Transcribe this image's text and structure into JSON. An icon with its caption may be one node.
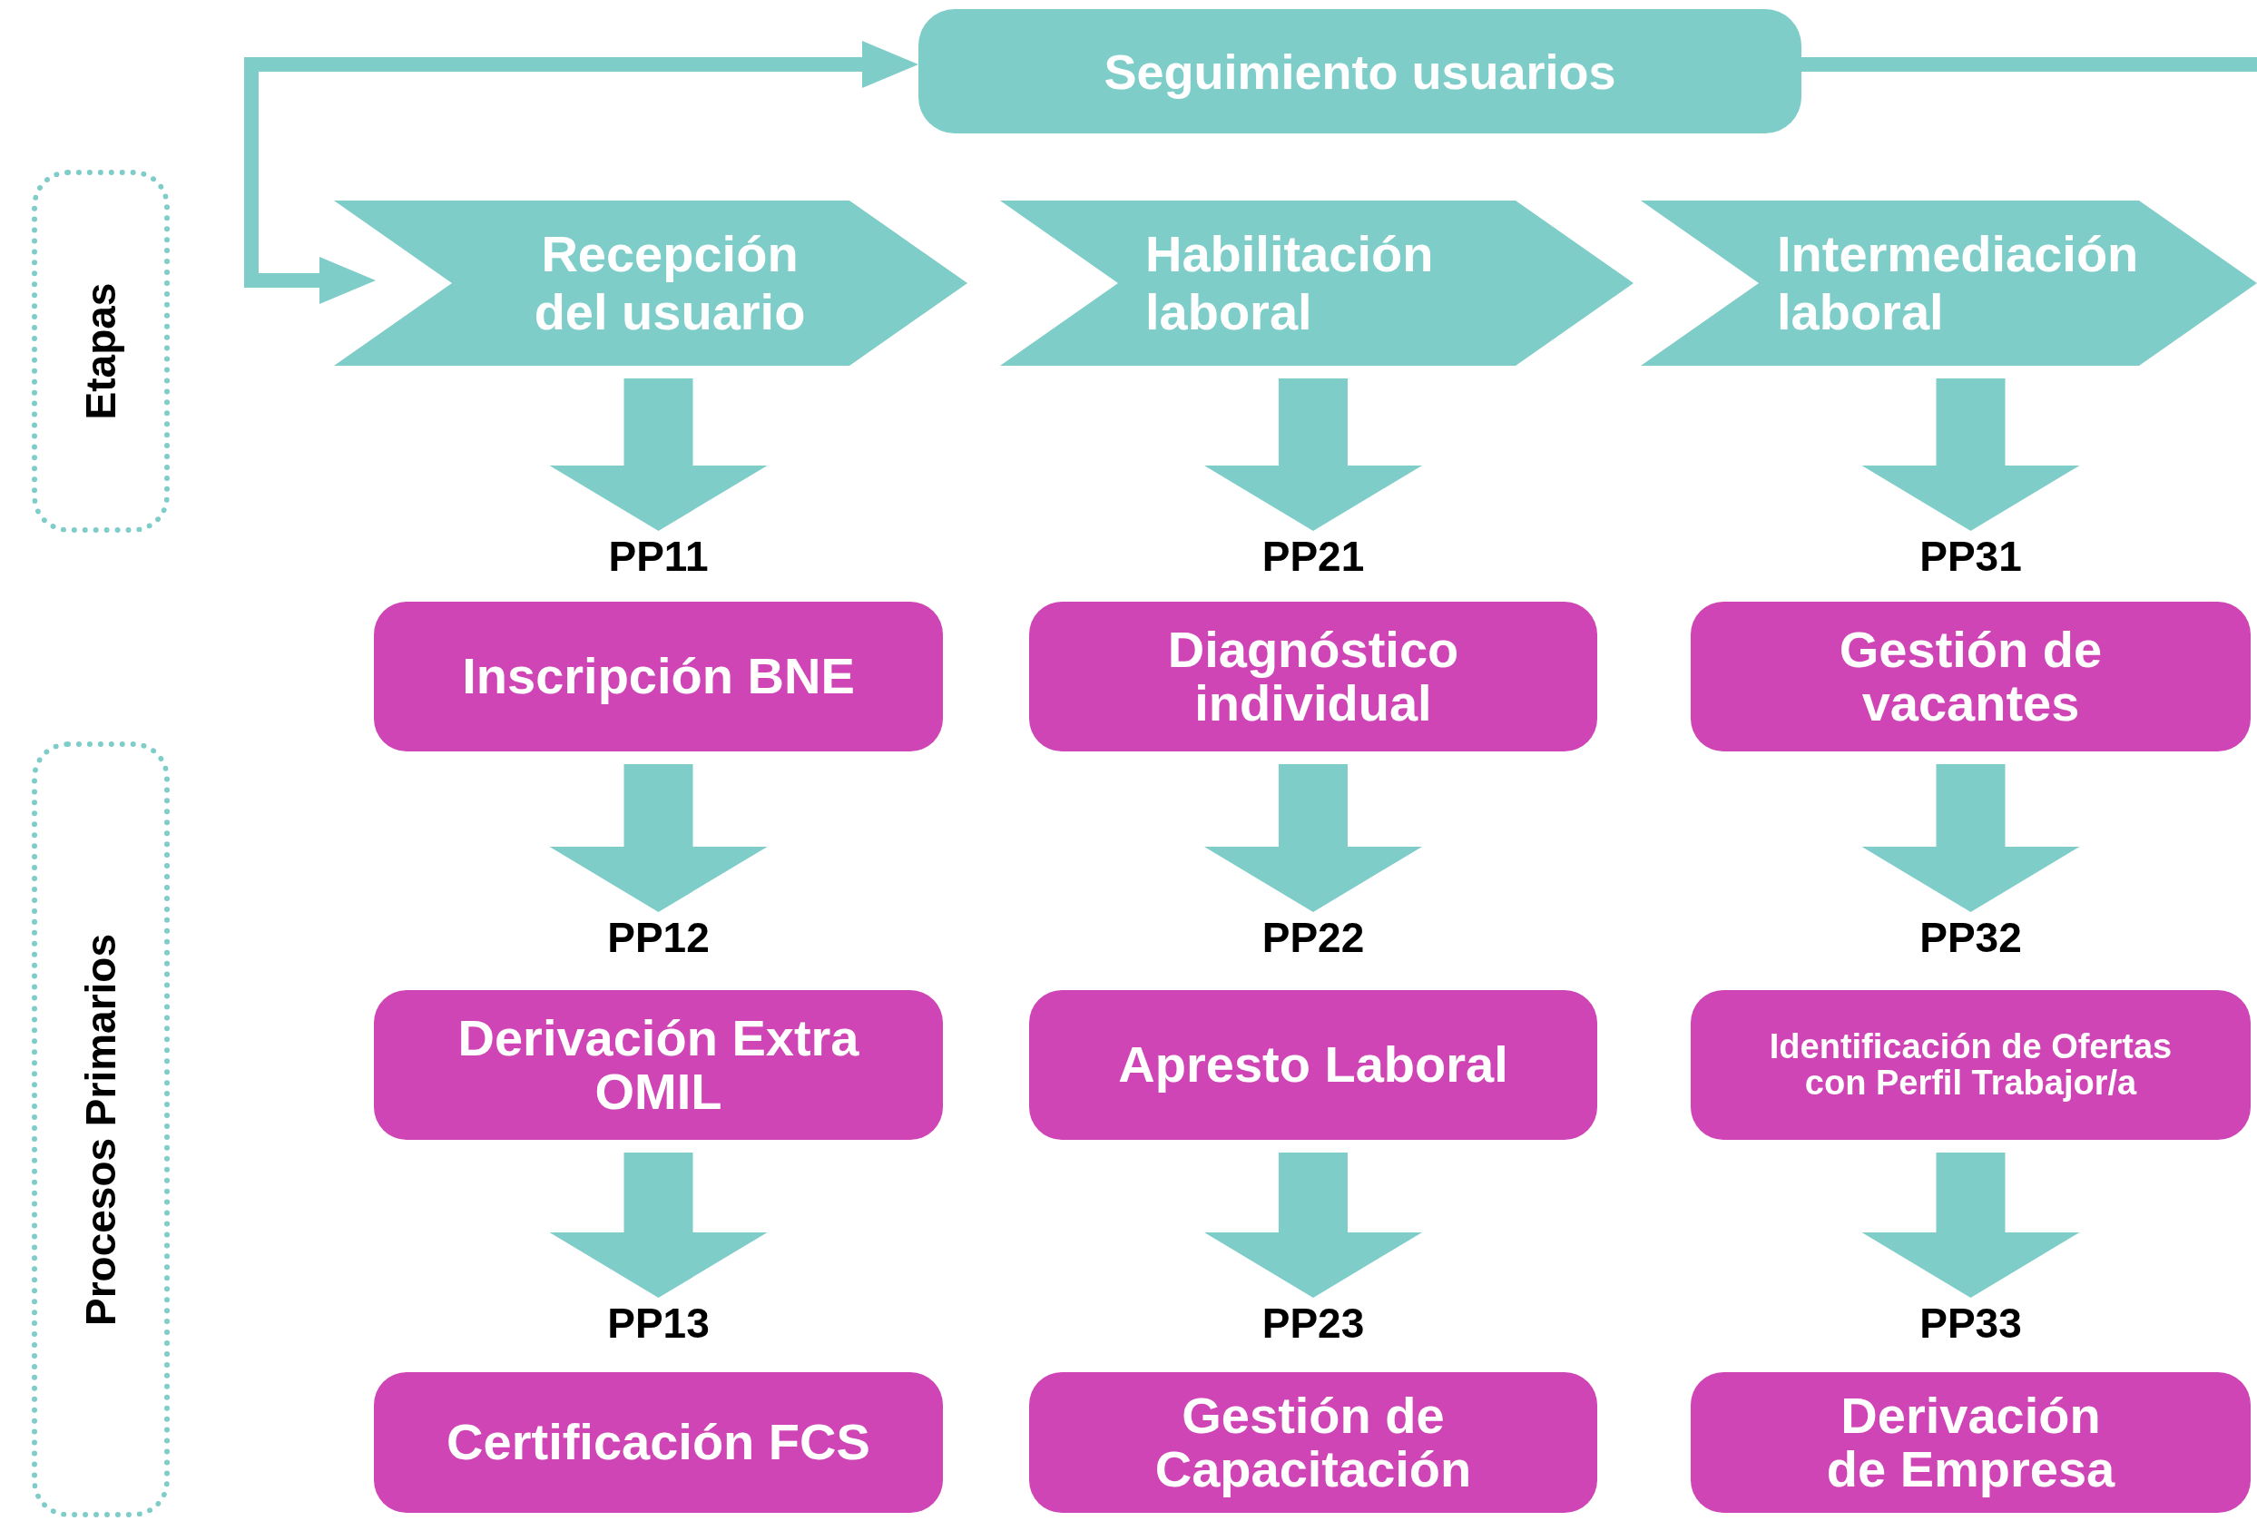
{
  "diagram": {
    "nodes": [
      {
        "text": [
          "Etapas"
        ]
      },
      {
        "text": [
          "Procesos Primarios"
        ]
      },
      {
        "text": [
          "Seguimiento usuarios"
        ]
      },
      {
        "text": [
          "Recepción del usuario"
        ]
      },
      {
        "text": [
          "Habilitación laboral"
        ]
      },
      {
        "text": [
          "Intermediación laboral"
        ]
      },
      {
        "text": [
          "PP11",
          "Inscripción BNE"
        ]
      },
      {
        "text": [
          "PP12",
          "Derivación Extra OMIL"
        ]
      },
      {
        "text": [
          "PP13",
          "Certificación FCS"
        ]
      },
      {
        "text": [
          "PP21",
          "Diagnóstico individual"
        ]
      },
      {
        "text": [
          "PP22",
          "Apresto Laboral"
        ]
      },
      {
        "text": [
          "PP23",
          "Gestión de Capacitación"
        ]
      },
      {
        "text": [
          "PP31",
          "Gestión de vacantes"
        ]
      },
      {
        "text": [
          "PP32",
          "Identificación de Ofertas con Perfil Trabajor/a"
        ]
      },
      {
        "text": [
          "PP33",
          "Derivación de Empresa"
        ]
      }
    ],
    "edges": [
      {
        "from": 2,
        "to": 3,
        "arrow": "both"
      },
      {
        "from": 2,
        "to": null,
        "arrow": "none"
      },
      {
        "from": 3,
        "to": 6,
        "arrow": "to"
      },
      {
        "from": 6,
        "to": 7,
        "arrow": "to"
      },
      {
        "from": 7,
        "to": 8,
        "arrow": "to"
      },
      {
        "from": 4,
        "to": 9,
        "arrow": "to"
      },
      {
        "from": 9,
        "to": 10,
        "arrow": "to"
      },
      {
        "from": 10,
        "to": 11,
        "arrow": "to"
      },
      {
        "from": 5,
        "to": 12,
        "arrow": "to"
      },
      {
        "from": 12,
        "to": 13,
        "arrow": "to"
      },
      {
        "from": 13,
        "to": 14,
        "arrow": "to"
      }
    ]
  }
}
